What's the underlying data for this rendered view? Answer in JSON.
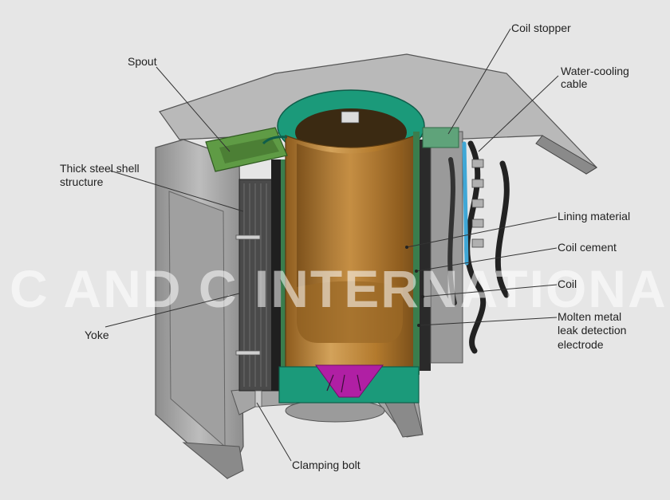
{
  "watermark": "C AND C INTERNATIONAL",
  "labels": {
    "spout": "Spout",
    "coil_stopper": "Coil stopper",
    "water_cooling_line1": "Water-cooling",
    "water_cooling_line2": "cable",
    "thick_steel_line1": "Thick steel shell",
    "thick_steel_line2": "structure",
    "lining_material": "Lining material",
    "coil_cement": "Coil cement",
    "coil": "Coil",
    "molten_line1": "Molten metal",
    "molten_line2": "leak detection",
    "molten_line3": "electrode",
    "yoke": "Yoke",
    "clamping_bolt": "Clamping bolt"
  },
  "colors": {
    "background": "#e6e6e6",
    "steel": "#a7a7a7",
    "steel_dark": "#7d7d7d",
    "lid": "#b9b9b9",
    "refractory_green": "#1b9a7a",
    "spout_green": "#5f9b45",
    "crucible": "#b37a2d",
    "crucible_light": "#d3a25a",
    "crucible_dark": "#7a4f1a",
    "coil_black": "#262626",
    "electrode_magenta": "#b01fa4",
    "cable_blue": "#3fa7d6"
  }
}
